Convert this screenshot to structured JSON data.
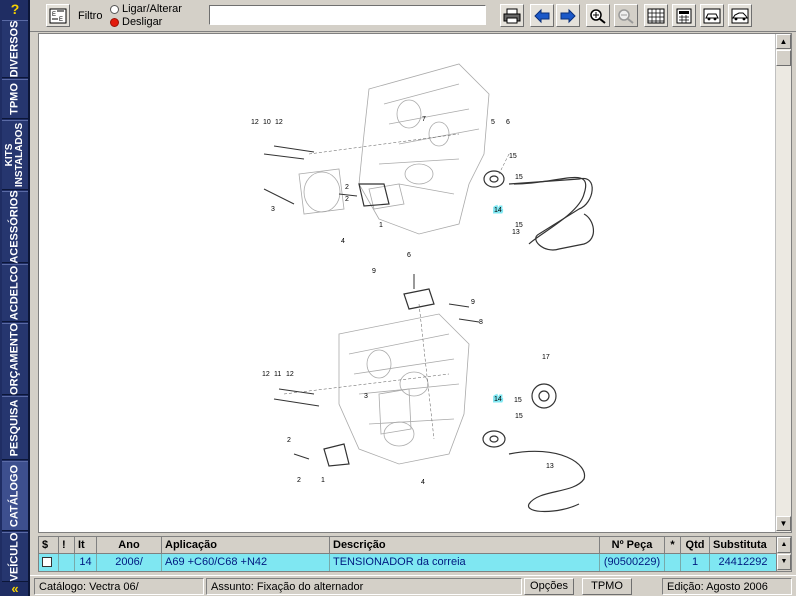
{
  "nav": {
    "help": "?",
    "tabs": [
      {
        "label": "DIVERSOS"
      },
      {
        "label": "TPMO"
      },
      {
        "label": "KITS INSTALADOS"
      },
      {
        "label": "ACESSÓRIOS"
      },
      {
        "label": "ACDELCO"
      },
      {
        "label": "ORÇAMENTO"
      },
      {
        "label": "PESQUISA"
      },
      {
        "label": "CATÁLOGO"
      },
      {
        "label": "VEÍCULO"
      }
    ],
    "collapse_icon": "double-chevron-left"
  },
  "toolbar": {
    "filter_label": "Filtro",
    "radio_on_label": "Ligar/Alterar",
    "radio_off_label": "Desligar",
    "selected": "Desligar",
    "filter_value": ""
  },
  "diagram": {
    "callouts": [
      "12",
      "10",
      "12",
      "7",
      "5",
      "6",
      "15",
      "15",
      "14",
      "15",
      "13",
      "2",
      "2",
      "1",
      "3",
      "4",
      "6",
      "9",
      "8",
      "9",
      "12",
      "11",
      "12",
      "3",
      "14",
      "15",
      "13",
      "17",
      "15",
      "2",
      "2",
      "1",
      "4"
    ]
  },
  "table": {
    "headers": [
      "$",
      "!",
      "It",
      "Ano",
      "Aplicação",
      "Descrição",
      "Nº Peça",
      "*",
      "Qtd",
      "Substituta"
    ],
    "rows": [
      {
        "checked": false,
        "flag": "",
        "item": "14",
        "ano": "2006/",
        "aplicacao": "A69 +C60/C68 +N42",
        "descricao": "TENSIONADOR da correia",
        "peca": "(90500229)",
        "star": "",
        "qtd": "1",
        "substituta": "24412292"
      }
    ]
  },
  "status": {
    "catalogo": "Catálogo: Vectra 06/",
    "assunto": "Assunto: Fixação do alternador",
    "opcoes": "Opções",
    "tpmo": "TPMO",
    "edicao": "Edição: Agosto 2006"
  },
  "colors": {
    "nav_bg": "#1f2d63",
    "selected_row": "#7fe7f2",
    "radio_on": "#e31b0d",
    "accent_yellow": "#f6d200"
  }
}
